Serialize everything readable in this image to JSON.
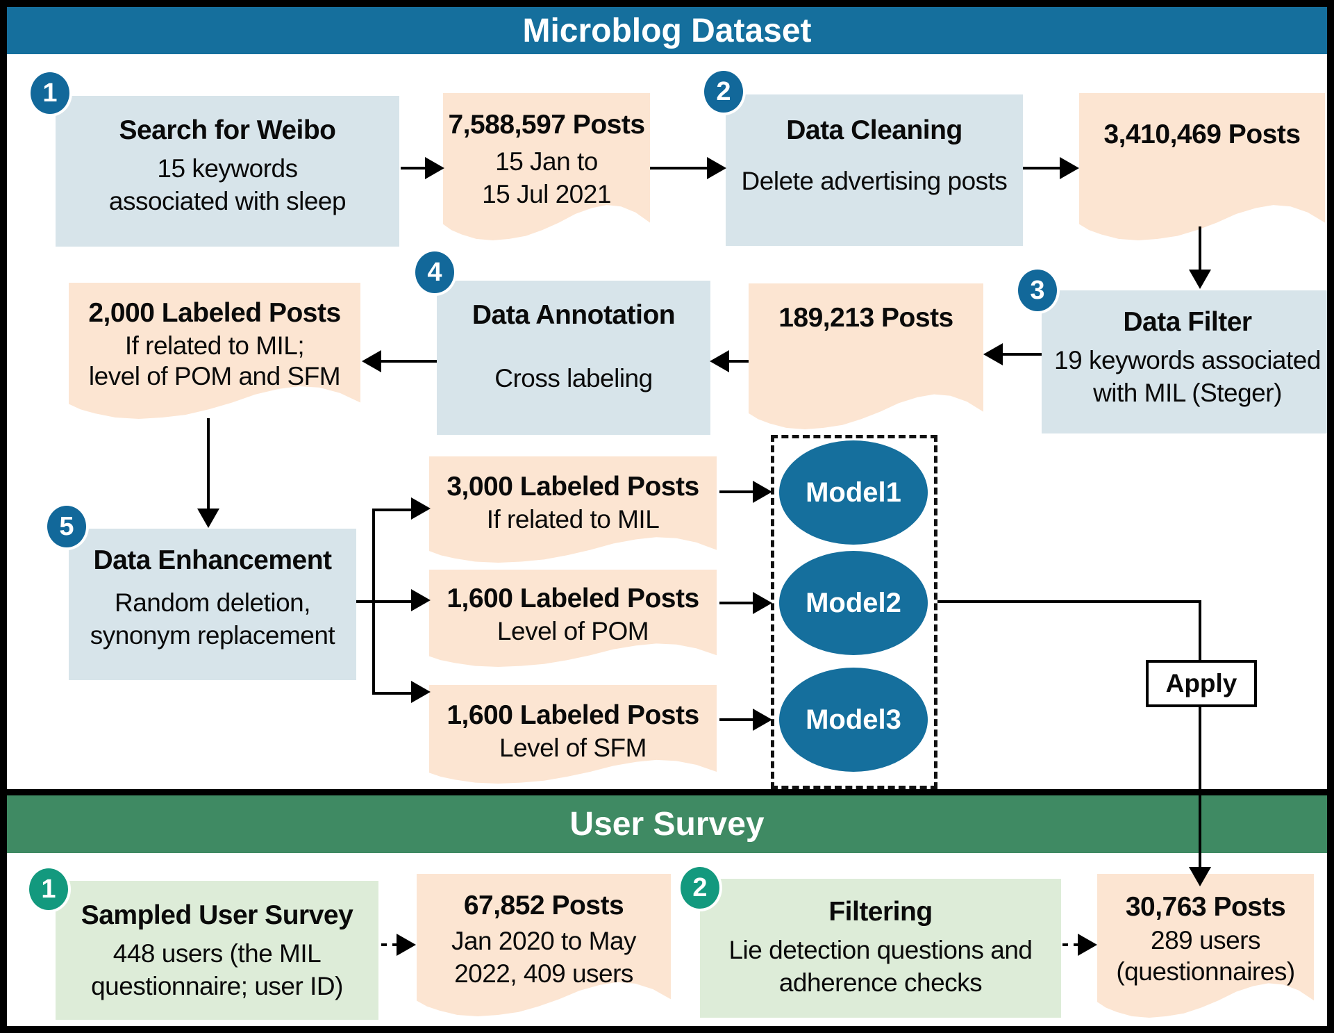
{
  "colors": {
    "microblog_banner_blue": "#156f9d",
    "step_circle_blue": "#12689a",
    "process_box_blue": "#d7e4ea",
    "document_peach": "#fce5d2",
    "model_ellipse_blue": "#156f9d",
    "survey_banner_green": "#3f8a63",
    "survey_circle_teal": "#13997e",
    "survey_box_green": "#ddecd8",
    "arrow_black": "#000000"
  },
  "microblog": {
    "banner": "Microblog Dataset",
    "step1": {
      "num": "1",
      "title": "Search for Weibo",
      "line1": "15 keywords",
      "line2": "associated with sleep"
    },
    "doc1": {
      "title": "7,588,597 Posts",
      "line1": "15 Jan to",
      "line2": "15 Jul 2021"
    },
    "step2": {
      "num": "2",
      "title": "Data Cleaning",
      "line1": "Delete advertising posts"
    },
    "doc2": {
      "title": "3,410,469 Posts"
    },
    "step3": {
      "num": "3",
      "title": "Data Filter",
      "line1": "19 keywords associated",
      "line2": "with MIL (Steger)"
    },
    "doc3": {
      "title": "189,213 Posts"
    },
    "step4": {
      "num": "4",
      "title": "Data Annotation",
      "line1": "Cross labeling"
    },
    "doc4": {
      "title": "2,000 Labeled Posts",
      "line1": "If related to MIL;",
      "line2": "level of POM and SFM"
    },
    "step5": {
      "num": "5",
      "title": "Data Enhancement",
      "line1": "Random deletion,",
      "line2": "synonym replacement"
    },
    "doc5": {
      "title": "3,000 Labeled Posts",
      "line1": "If related to MIL"
    },
    "doc6": {
      "title": "1,600 Labeled Posts",
      "line1": "Level of POM"
    },
    "doc7": {
      "title": "1,600 Labeled Posts",
      "line1": "Level of SFM"
    },
    "model1": "Model1",
    "model2": "Model2",
    "model3": "Model3",
    "apply_label": "Apply"
  },
  "survey": {
    "banner": "User Survey",
    "step1": {
      "num": "1",
      "title": "Sampled User Survey",
      "line1": "448 users (the MIL",
      "line2": "questionnaire; user ID)"
    },
    "doc1": {
      "title": "67,852 Posts",
      "line1": "Jan 2020 to May",
      "line2": "2022, 409 users"
    },
    "step2": {
      "num": "2",
      "title": "Filtering",
      "line1": "Lie detection questions and",
      "line2": "adherence checks"
    },
    "doc2": {
      "title": "30,763 Posts",
      "line1": "289 users",
      "line2": "(questionnaires)"
    }
  }
}
